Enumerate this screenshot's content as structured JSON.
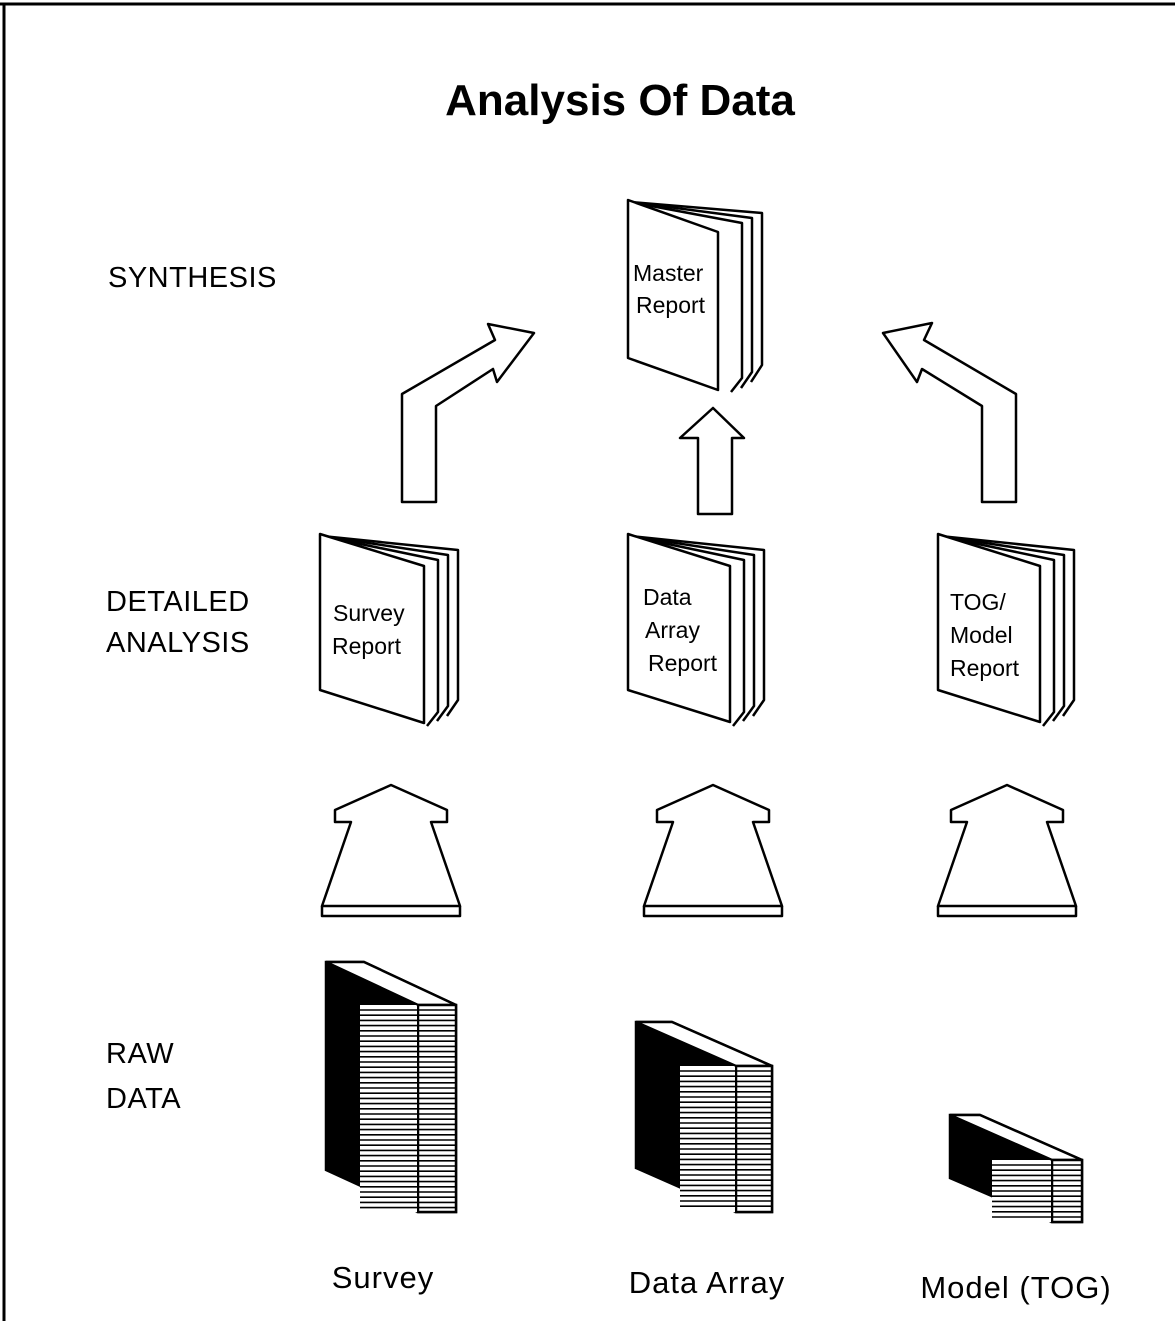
{
  "title": "Analysis Of Data",
  "levels": {
    "synthesis": [
      "SYNTHESIS"
    ],
    "detailed": [
      "DETAILED",
      "ANALYSIS"
    ],
    "raw": [
      "RAW",
      "DATA"
    ]
  },
  "reports": {
    "master": [
      "Master",
      "Report"
    ],
    "survey": [
      "Survey",
      "Report"
    ],
    "data_array": [
      "Data",
      "Array",
      "Report"
    ],
    "tog_model": [
      "TOG/",
      "Model",
      "Report"
    ]
  },
  "sources": {
    "survey": "Survey",
    "data_array": "Data Array",
    "model": "Model (TOG)"
  }
}
